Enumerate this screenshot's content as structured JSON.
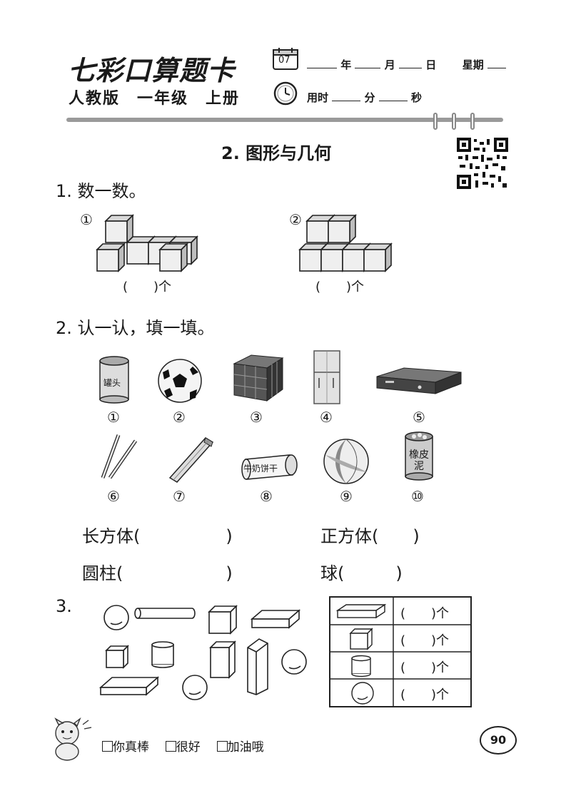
{
  "header": {
    "brand": "七彩口算题卡",
    "edition": "人教版　一年级　上册",
    "calendar_day": "07",
    "date_labels": [
      "年",
      "月",
      "日",
      "星期"
    ],
    "time_label": "用时",
    "time_units": [
      "分",
      "秒"
    ]
  },
  "section": {
    "title": "2. 图形与几何"
  },
  "q1": {
    "title": "1. 数一数。",
    "figures": [
      {
        "num": "①",
        "answer": "(　　)个"
      },
      {
        "num": "②",
        "answer": "(　　)个"
      }
    ]
  },
  "q2": {
    "title": "2. 认一认，填一填。",
    "items": [
      {
        "num": "①",
        "icon": "can-icon",
        "text": "罐头"
      },
      {
        "num": "②",
        "icon": "soccer-ball-icon",
        "text": ""
      },
      {
        "num": "③",
        "icon": "rubiks-cube-icon",
        "text": ""
      },
      {
        "num": "④",
        "icon": "refrigerator-icon",
        "text": ""
      },
      {
        "num": "⑤",
        "icon": "set-top-box-icon",
        "text": ""
      },
      {
        "num": "⑥",
        "icon": "chopsticks-icon",
        "text": ""
      },
      {
        "num": "⑦",
        "icon": "prism-stick-icon",
        "text": ""
      },
      {
        "num": "⑧",
        "icon": "biscuit-roll-icon",
        "text": "牛奶饼干"
      },
      {
        "num": "⑨",
        "icon": "beach-ball-icon",
        "text": ""
      },
      {
        "num": "⑩",
        "icon": "clay-can-icon",
        "text": "橡皮泥"
      }
    ],
    "fill": {
      "cuboid": "长方体(　　　　　)",
      "cube": "正方体(　　)",
      "cylinder": "圆柱(　　　　　　)",
      "sphere": "球(　　　)"
    }
  },
  "q3": {
    "title": "3.",
    "rows": [
      {
        "shape": "cuboid-icon",
        "answer": "(　　)个"
      },
      {
        "shape": "cube-icon",
        "answer": "(　　)个"
      },
      {
        "shape": "cylinder-icon",
        "answer": "(　　)个"
      },
      {
        "shape": "sphere-icon",
        "answer": "(　　)个"
      }
    ]
  },
  "footer": {
    "ratings": [
      "你真棒",
      "很好",
      "加油哦"
    ],
    "page": "90"
  }
}
